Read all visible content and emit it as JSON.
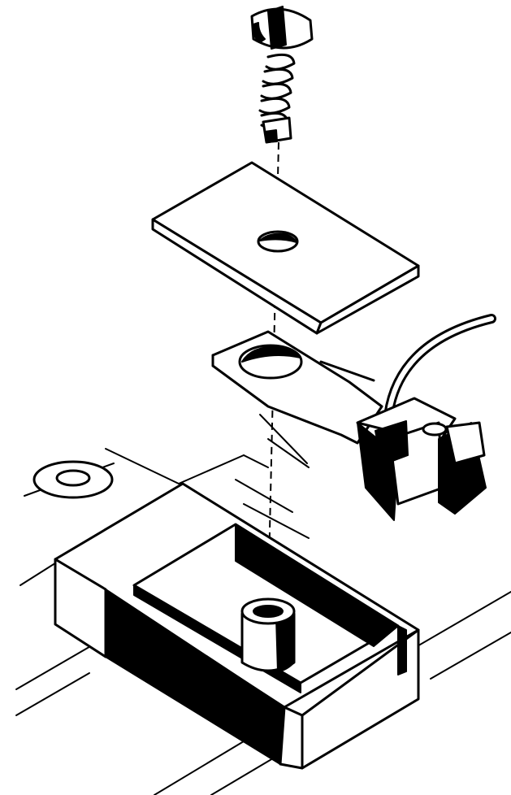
{
  "diagram": {
    "kind": "exploded assembly illustration",
    "colors": {
      "ink": "#000000",
      "paper": "#ffffff"
    },
    "parts": [
      {
        "name": "screw",
        "icon": "screw-icon"
      },
      {
        "name": "spring",
        "icon": "coil-spring-icon"
      },
      {
        "name": "cover-plate",
        "icon": "rectangular-plate-icon"
      },
      {
        "name": "coupler",
        "icon": "knuckle-coupler-icon"
      },
      {
        "name": "draft-gear-box",
        "icon": "box-icon"
      },
      {
        "name": "post",
        "icon": "cylinder-post-icon"
      }
    ]
  }
}
